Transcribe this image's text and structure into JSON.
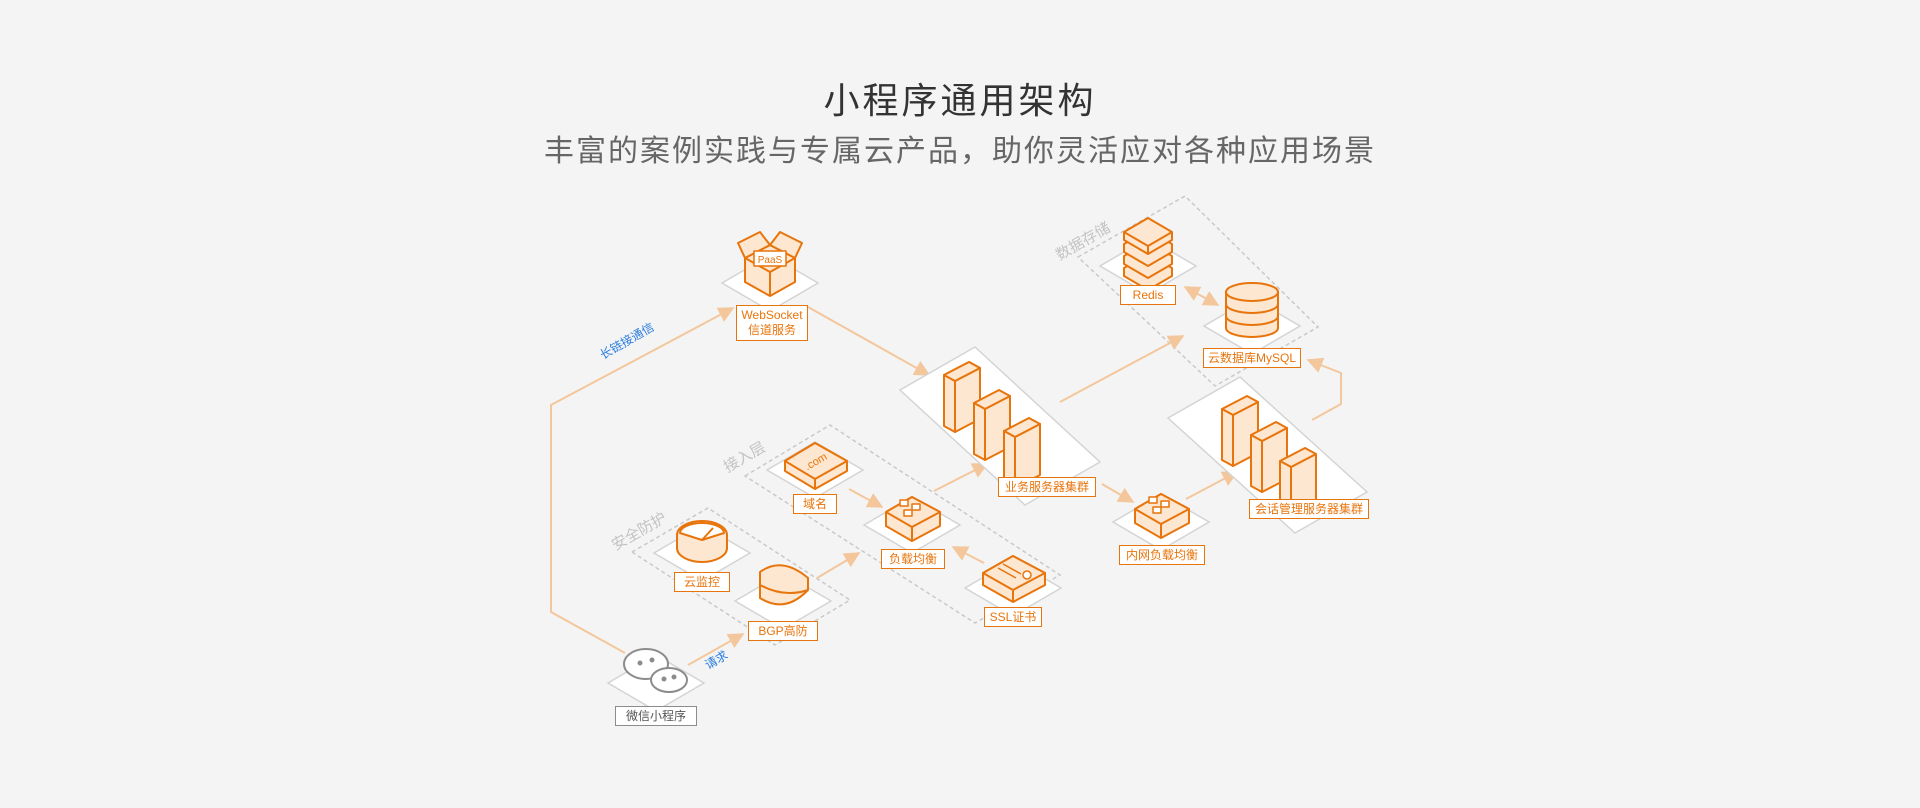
{
  "header": {
    "title": "小程序通用架构",
    "subtitle": "丰富的案例实践与专属云产品，助你灵活应对各种应用场景"
  },
  "colors": {
    "accent": "#e8740c",
    "icon_fill": "#fde7d0",
    "arrow": "#f3c79b",
    "link_text": "#2a7de1",
    "zone_text": "#c3c3c3"
  },
  "zones": {
    "data_storage": "数据存储",
    "access_layer": "接入层",
    "security": "安全防护"
  },
  "links": {
    "long_connection": "长链接通信",
    "request": "请求"
  },
  "nodes": {
    "websocket": {
      "line1": "WebSocket",
      "line2": "信道服务",
      "icon": "paas-box-icon",
      "badge": "PaaS"
    },
    "redis": {
      "label": "Redis",
      "icon": "redis-stack-icon"
    },
    "mysql": {
      "label": "云数据库MySQL",
      "icon": "database-cylinder-icon"
    },
    "biz_cluster": {
      "label": "业务服务器集群",
      "icon": "server-cluster-icon"
    },
    "session_cluster": {
      "label": "会话管理服务器集群",
      "icon": "server-cluster-icon"
    },
    "domain": {
      "label": "域名",
      "icon": "domain-icon",
      "badge": ".com"
    },
    "lb": {
      "label": "负载均衡",
      "icon": "load-balancer-icon"
    },
    "inner_lb": {
      "label": "内网负载均衡",
      "icon": "load-balancer-icon"
    },
    "ssl": {
      "label": "SSL证书",
      "icon": "ssl-certificate-icon"
    },
    "monitor": {
      "label": "云监控",
      "icon": "monitor-gauge-icon"
    },
    "bgp": {
      "label": "BGP高防",
      "icon": "shield-icon"
    },
    "miniprogram": {
      "label": "微信小程序",
      "icon": "wechat-icon"
    }
  }
}
